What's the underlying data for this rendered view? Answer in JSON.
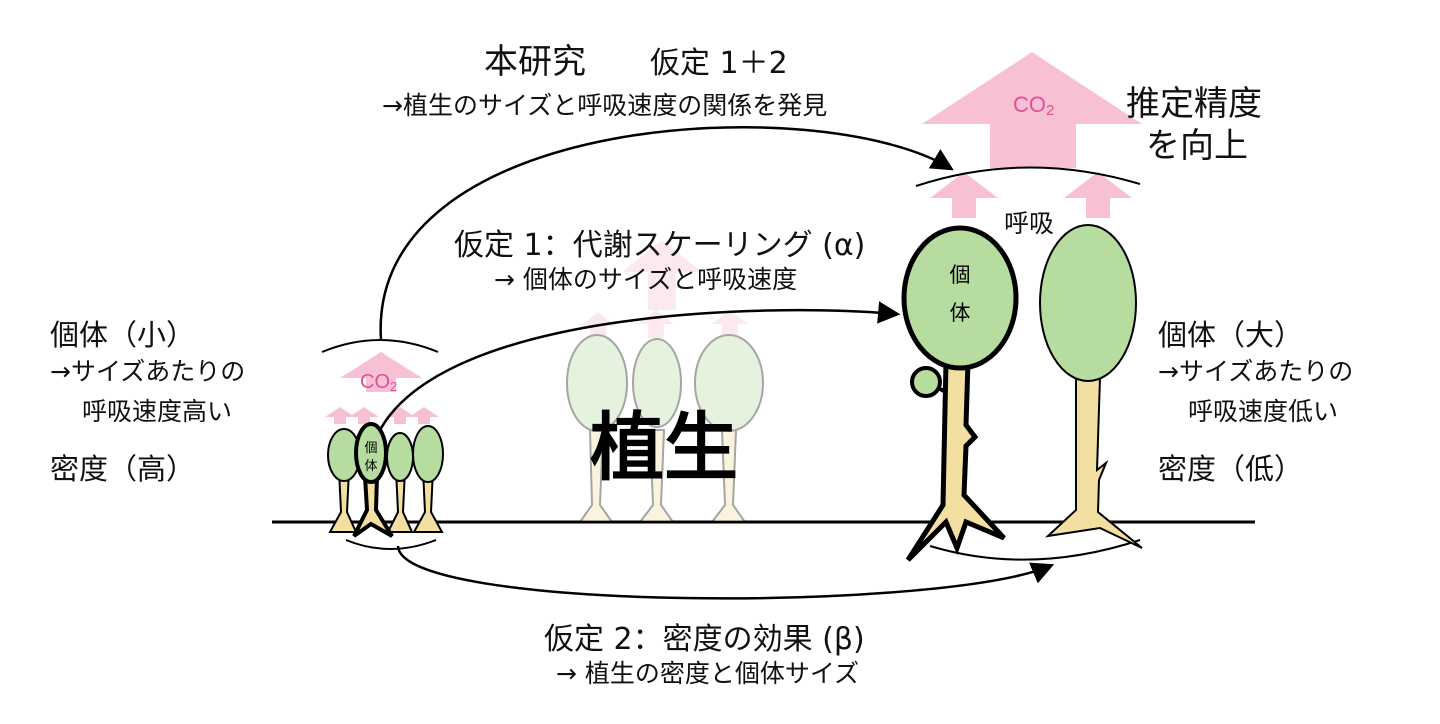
{
  "diagram": {
    "title_main": "本研究",
    "title_hyp": "仮定 1＋2",
    "title_sub": "→植生のサイズと呼吸速度の関係を発見",
    "hyp1": "仮定 1：代謝スケーリング (α)",
    "hyp1_sub": "→ 個体のサイズと呼吸速度",
    "hyp2": "仮定 2：密度の効果 (β)",
    "hyp2_sub": "→ 植生の密度と個体サイズ",
    "result_line1": "推定精度",
    "result_line2": "を向上",
    "respiration": "呼吸",
    "co2": "CO",
    "co2_sub": "2",
    "vegetation": "植生",
    "individual_char1": "個",
    "individual_char2": "体",
    "left": {
      "title": "個体（小）",
      "line1": "→サイズあたりの",
      "line2": "呼吸速度高い",
      "density": "密度（高）"
    },
    "right": {
      "title": "個体（大）",
      "line1": "→サイズあたりの",
      "line2": "呼吸速度低い",
      "density": "密度（低）"
    }
  },
  "colors": {
    "foliage": "#b6dca0",
    "trunk": "#f3dfa2",
    "arrow_pink": "#f7c1d3",
    "co2_text": "#e0509a",
    "outline": "#000000"
  }
}
